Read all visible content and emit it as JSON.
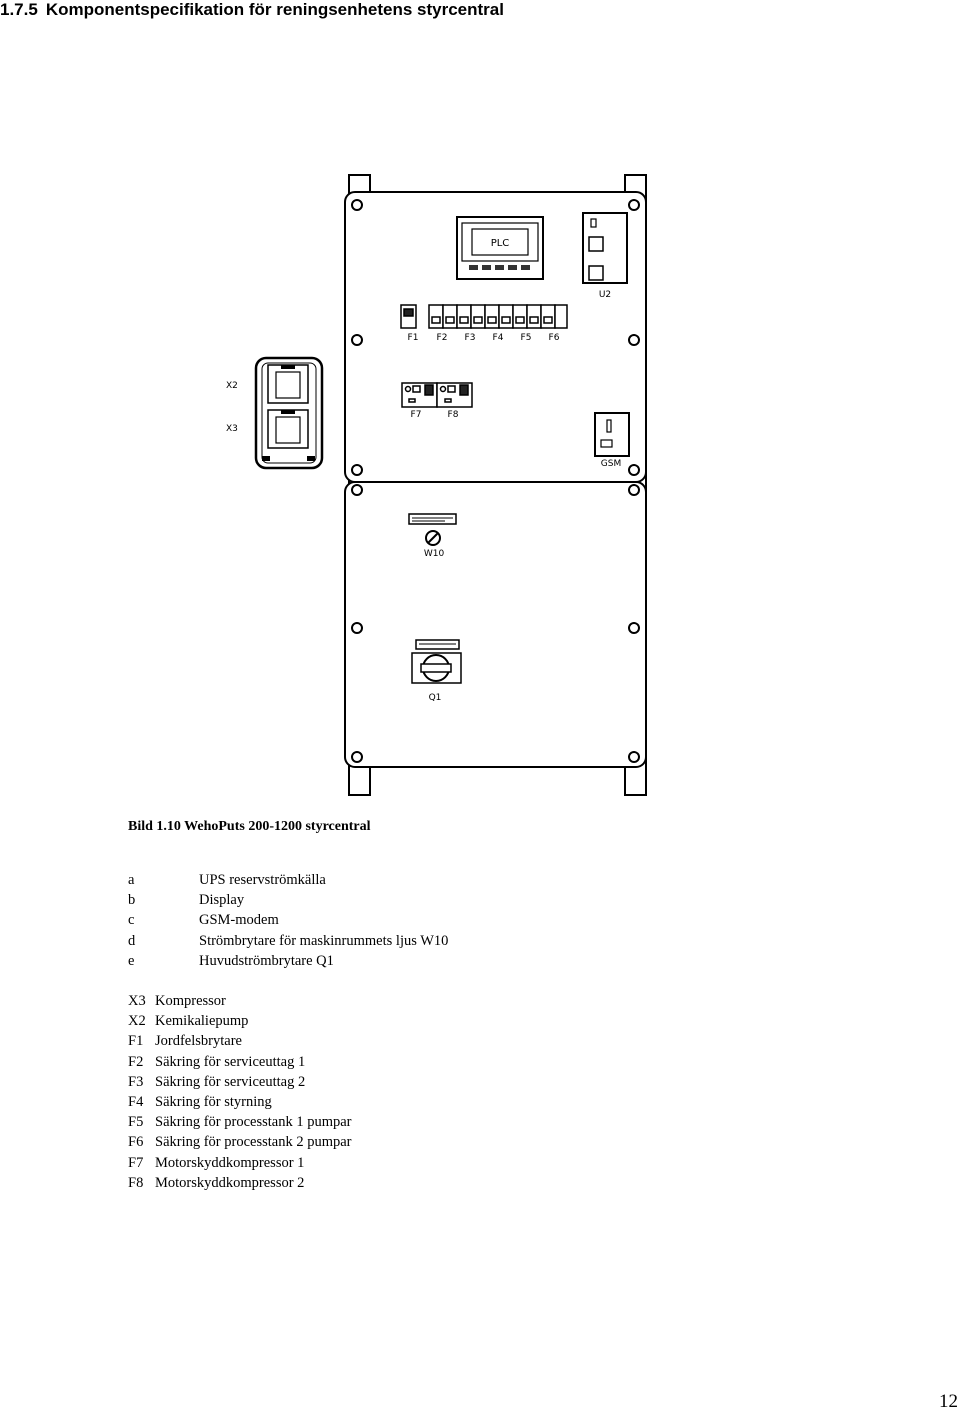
{
  "heading": {
    "number": "1.7.5",
    "title": "Komponentspecifikation för reningsenhetens styrcentral"
  },
  "drawing_labels": {
    "plc": "PLC",
    "u2": "U2",
    "fuses": [
      "F1",
      "F2",
      "F3",
      "F4",
      "F5",
      "F6"
    ],
    "f7": "F7",
    "f8": "F8",
    "x2": "X2",
    "x3": "X3",
    "gsm": "GSM",
    "w10": "W10",
    "q1": "Q1"
  },
  "caption": "Bild 1.10 WehoPuts 200-1200 styrcentral",
  "letter_items": [
    {
      "key": "a",
      "text": "UPS reservströmkälla"
    },
    {
      "key": "b",
      "text": "Display"
    },
    {
      "key": "c",
      "text": "GSM-modem"
    },
    {
      "key": "d",
      "text": "Strömbrytare för maskinrummets ljus W10"
    },
    {
      "key": "e",
      "text": "Huvudströmbrytare Q1"
    }
  ],
  "code_items": [
    {
      "key": "X3",
      "text": "Kompressor"
    },
    {
      "key": "X2",
      "text": "Kemikaliepump"
    },
    {
      "key": "F1",
      "text": "Jordfelsbrytare"
    },
    {
      "key": "F2",
      "text": "Säkring för serviceuttag 1"
    },
    {
      "key": "F3",
      "text": "Säkring för serviceuttag 2"
    },
    {
      "key": "F4",
      "text": "Säkring för styrning"
    },
    {
      "key": "F5",
      "text": "Säkring för processtank 1 pumpar"
    },
    {
      "key": "F6",
      "text": "Säkring för processtank 2 pumpar"
    },
    {
      "key": "F7",
      "text": "Motorskyddkompressor 1"
    },
    {
      "key": "F8",
      "text": "Motorskyddkompressor 2"
    }
  ],
  "page_number": "12"
}
